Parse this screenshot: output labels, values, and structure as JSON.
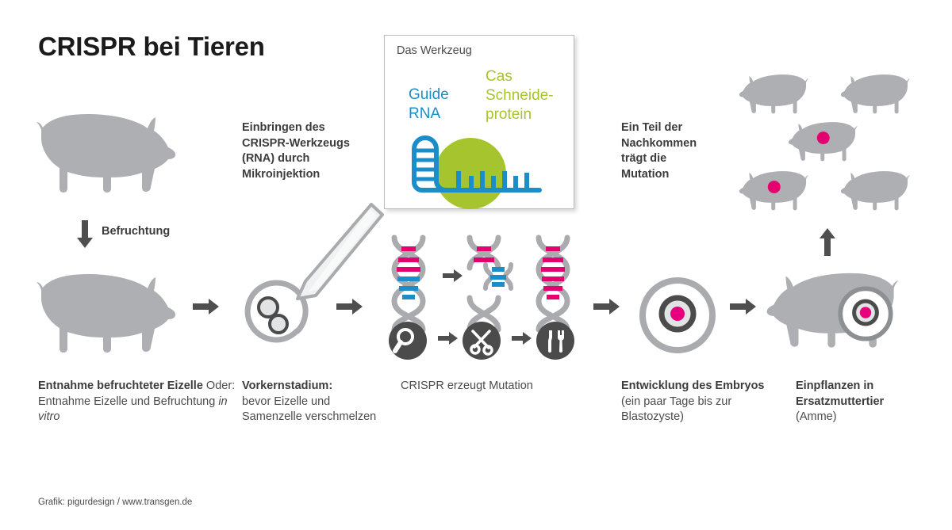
{
  "title": "CRISPR bei Tieren",
  "credit": "Grafik: pigurdesign / www.transgen.de",
  "colors": {
    "animal_gray": "#adafb2",
    "mid_gray": "#8d9093",
    "dark_gray": "#4b4b4b",
    "magenta": "#e6007e",
    "pink": "#e5006f",
    "blue": "#1b8dc8",
    "green": "#a5c42e",
    "arrow_gray": "#4f4f4f",
    "box_border": "#b9bcbf"
  },
  "tool_box": {
    "title": "Das Werkzeug",
    "guide_rna": "Guide RNA",
    "guide_rna_line1": "Guide",
    "guide_rna_line2": "RNA",
    "cas_protein": "Cas Schneide-protein",
    "cas_line1": "Cas",
    "cas_line2": "Schneide-",
    "cas_line3": "protein"
  },
  "steps": {
    "fertilization_label": "Befruchtung",
    "injection_note_line1": "Einbringen des",
    "injection_note_line2": "CRISPR-Werkzeugs",
    "injection_note_line3": "(RNA) durch",
    "injection_note_line4": "Mikroinjektion",
    "offspring_note_line1": "Ein Teil der",
    "offspring_note_line2": "Nachkommen",
    "offspring_note_line3": "trägt die",
    "offspring_note_line4": "Mutation"
  },
  "captions": {
    "step1": {
      "bold": "Entnahme befruchteter Eizelle",
      "normal": " Oder: Entnahme Eizelle und Befruchtung ",
      "italic": "in vitro"
    },
    "step2": {
      "bold": "Vorkernstadium:",
      "normal": "bevor Eizelle und Samenzelle verschmelzen"
    },
    "step3": {
      "normal": "CRISPR erzeugt Mutation"
    },
    "step4": {
      "bold": "Entwicklung des Embryos",
      "normal": "(ein paar Tage bis zur Blastozyste)"
    },
    "step5": {
      "bold": "Einpflanzen in Ersatzmuttertier",
      "normal": "(Amme)"
    }
  },
  "icons": {
    "magnifier": "magnifier-icon",
    "scissors": "scissors-icon",
    "tools": "tools-icon",
    "arrow_right": "arrow-right-icon",
    "arrow_down": "arrow-down-icon",
    "arrow_up": "arrow-up-icon",
    "pipette": "pipette-icon",
    "dna_helix": "dna-helix-icon",
    "pig": "pig-silhouette-icon",
    "embryo": "embryo-cell-icon",
    "zygote": "zygote-cell-icon"
  },
  "diagram": {
    "piglets_total": 5,
    "piglets_with_mutation": 2,
    "dna_helices": 3
  }
}
